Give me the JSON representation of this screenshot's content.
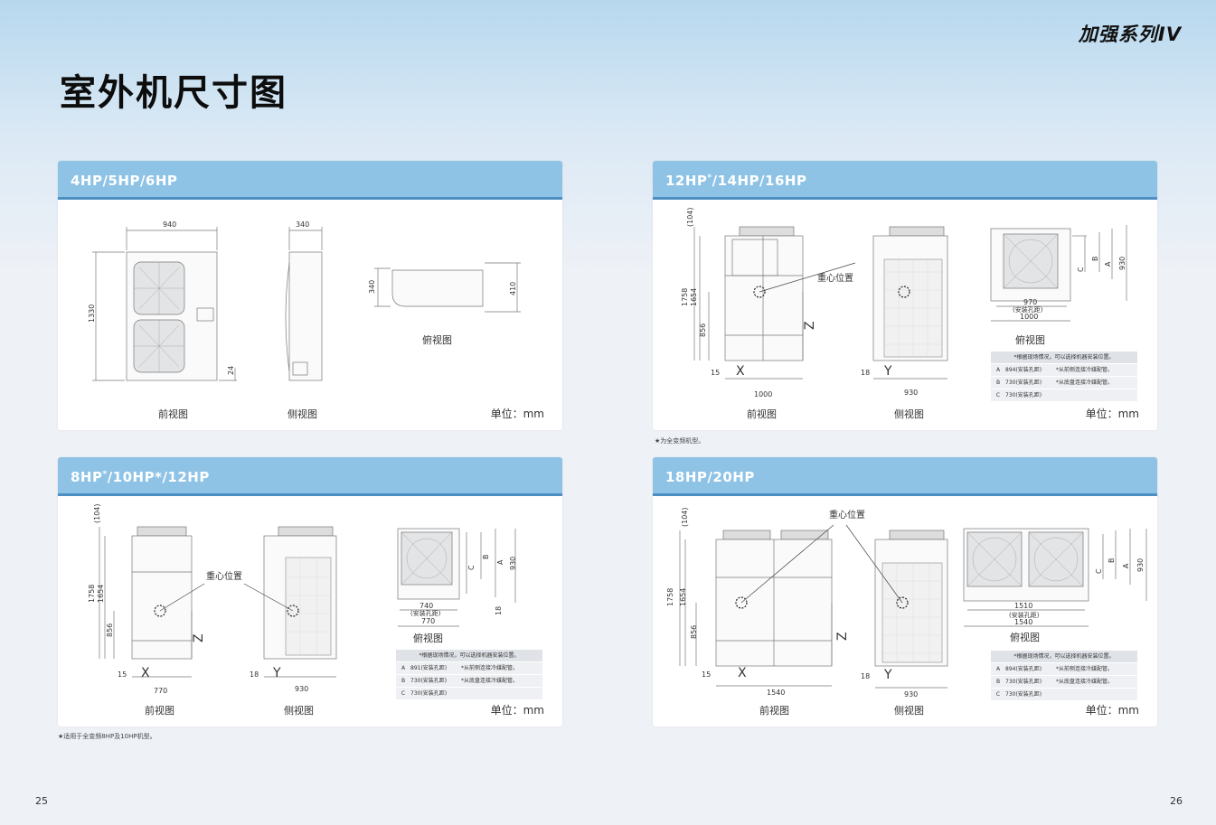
{
  "brand": "加强系列IV",
  "page_title": "室外机尺寸图",
  "unit": "单位：mm",
  "captions": {
    "front": "前视图",
    "side": "侧视图",
    "top": "俯视图",
    "cog": "重心位置"
  },
  "panels": [
    {
      "title_main": "4HP/5HP/6HP",
      "title_sup": "",
      "title_rest": "",
      "dims": {
        "width": "940",
        "height": "1330",
        "side_depth": "340",
        "foot": "24",
        "top_left": "340",
        "top_right": "410"
      }
    },
    {
      "title_main": "12HP",
      "title_sup": "*",
      "title_rest": "/14HP/16HP",
      "dims": {
        "top_gap": "(104)",
        "h1": "1758",
        "h2": "1654",
        "cg_h": "856",
        "x_off": "15",
        "width": "1000",
        "y_off": "18",
        "depth": "930",
        "top_w1": "970",
        "mount": "(安装孔距)",
        "top_w2": "1000",
        "top_d": "930"
      }
    },
    {
      "title_main": "8HP",
      "title_sup": "*",
      "title_rest": "/10HP*/12HP",
      "dims": {
        "top_gap": "(104)",
        "h1": "1758",
        "h2": "1654",
        "cg_h": "856",
        "x_off": "15",
        "width": "770",
        "y_off": "18",
        "depth": "930",
        "top_w1": "740",
        "mount": "(安装孔距)",
        "top_w2": "770",
        "top_d": "930",
        "top_foot": "18"
      }
    },
    {
      "title_main": "18HP/20HP",
      "title_sup": "",
      "title_rest": "",
      "dims": {
        "top_gap": "(104)",
        "h1": "1758",
        "h2": "1654",
        "cg_h": "856",
        "x_off": "15",
        "width": "1540",
        "y_off": "18",
        "depth": "930",
        "top_w1": "1510",
        "mount": "(安装孔距)",
        "top_w2": "1540",
        "top_d": "930"
      }
    }
  ],
  "labels": {
    "x": "X",
    "y": "Y",
    "z": "Z",
    "a": "A",
    "b": "B",
    "c": "C"
  },
  "spec_tables": {
    "p12": {
      "head": "*根据现场情况，可以选择机器安装位置。",
      "rows": [
        {
          "k": "A",
          "v1": "894(安装孔距)",
          "v2": "*从前侧连接冷媒配管。"
        },
        {
          "k": "B",
          "v1": "730(安装孔距)",
          "v2": "*从底盘连接冷媒配管。"
        },
        {
          "k": "C",
          "v1": "730(安装孔距)",
          "v2": ""
        }
      ]
    },
    "p8": {
      "head": "*根据现场情况，可以选择机器安装位置。",
      "rows": [
        {
          "k": "A",
          "v1": "891(安装孔距)",
          "v2": "*从前侧连接冷媒配管。"
        },
        {
          "k": "B",
          "v1": "730(安装孔距)",
          "v2": "*从底盘连接冷媒配管。"
        },
        {
          "k": "C",
          "v1": "730(安装孔距)",
          "v2": ""
        }
      ]
    },
    "p18": {
      "head": "*根据现场情况，可以选择机器安装位置。",
      "rows": [
        {
          "k": "A",
          "v1": "894(安装孔距)",
          "v2": "*从前侧连接冷媒配管。"
        },
        {
          "k": "B",
          "v1": "730(安装孔距)",
          "v2": "*从底盘连接冷媒配管。"
        },
        {
          "k": "C",
          "v1": "730(安装孔距)",
          "v2": ""
        }
      ]
    }
  },
  "footnotes": {
    "full_inverter": "★为全变频机型。",
    "applies": "★适用于全变频8HP及10HP机型。"
  },
  "page_numbers": {
    "left": "25",
    "right": "26"
  }
}
